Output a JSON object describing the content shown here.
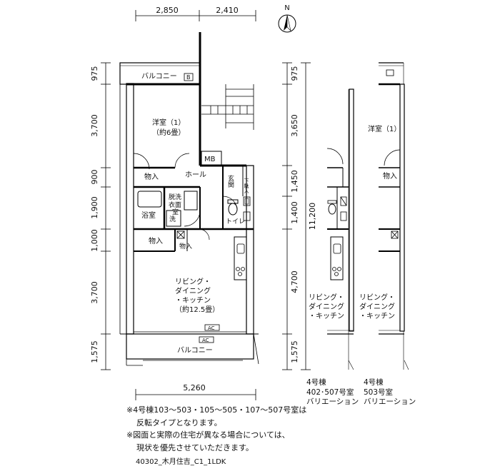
{
  "top_dims": [
    "2,850",
    "2,410"
  ],
  "bottom_dim": "5,260",
  "left_dims": [
    "975",
    "3,700",
    "900",
    "1,900",
    "1,000",
    "3,700",
    "1,575"
  ],
  "right_dims": [
    "975",
    "3,650",
    "1,450",
    "1,400",
    "4,700",
    "1,575"
  ],
  "total_dim": "11,200",
  "north": "N",
  "rooms": {
    "balcony_top": "バルコニー",
    "balcony_top_tag": "B",
    "western_room": "洋室（1）",
    "western_room_size": "（約6畳）",
    "mb": "MB",
    "closet1": "物入",
    "hall": "ホール",
    "entrance": "玄関",
    "shoebox": "下駄入",
    "dressing": [
      "脱洗",
      "衣面",
      "室"
    ],
    "wash": "洗",
    "bath": "浴室",
    "toilet": "トイレ",
    "closet2": "物入",
    "closet3": "物入",
    "ldk": [
      "リビング・",
      "ダイニング",
      "・キッチン",
      "（約12.5畳）"
    ],
    "ac": "AC",
    "balcony_bottom": "バルコニー"
  },
  "variant1": {
    "ldk": [
      "リビング・",
      "ダイニング",
      "・キッチン"
    ],
    "caption": [
      "4号棟",
      "402･507号室",
      "バリエーション"
    ]
  },
  "variant2": {
    "western_room": "洋室（1）",
    "closet": "物入",
    "ldk": [
      "リビング・",
      "ダイニング",
      "・キッチン"
    ],
    "caption": [
      "4号棟",
      "503号室",
      "バリエーション"
    ]
  },
  "notes": [
    "※4号棟103～503・105～505・107～507号室は",
    "反転タイプとなります。",
    "※図面と実際の住宅が異なる場合については、",
    "現状を優先させていただきます。"
  ],
  "code": "40302_木月住吉_C1_1LDK"
}
